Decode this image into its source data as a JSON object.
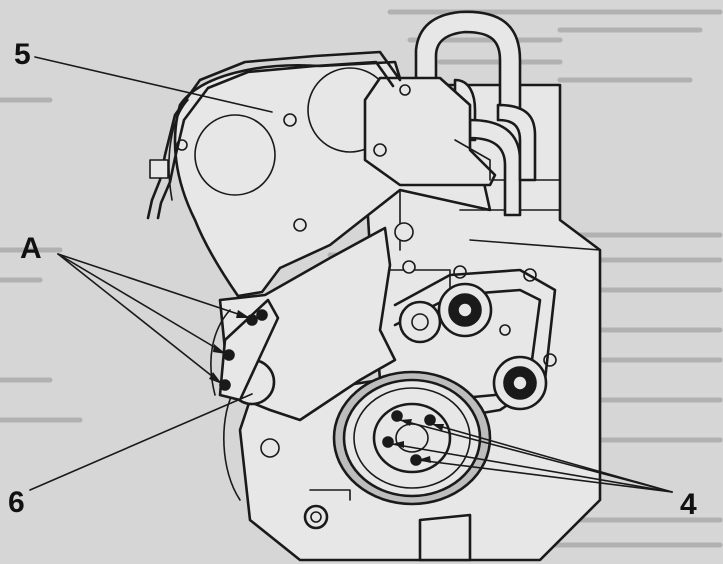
{
  "diagram": {
    "labels": {
      "five": "5",
      "a": "A",
      "six": "6",
      "four": "4"
    },
    "colors": {
      "paper": "#d6d6d6",
      "ink": "#1a1a1a",
      "part_fill": "#e7e7e7"
    }
  }
}
